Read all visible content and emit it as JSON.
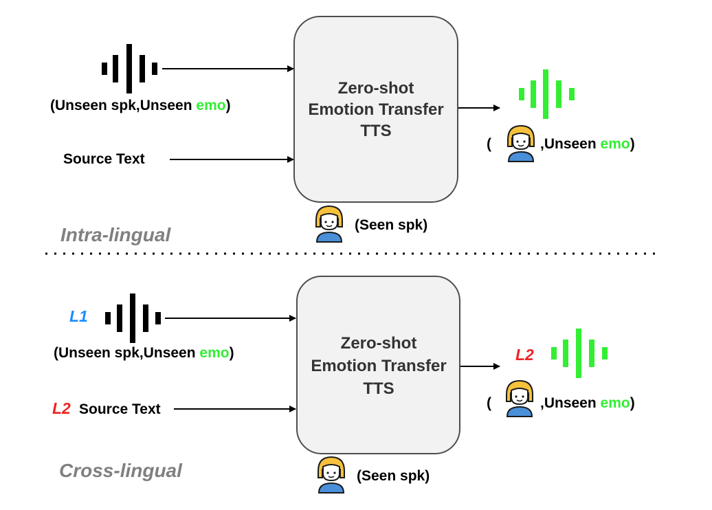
{
  "colors": {
    "black": "#000000",
    "green": "#33ee33",
    "grey_text": "#808080",
    "box_fill": "#f2f2f2",
    "box_stroke": "#4d4d4d",
    "lang_blue": "#1a8cff",
    "lang_red": "#ee2222",
    "avatar_hair": "#f6c23e",
    "avatar_body": "#4a90d9"
  },
  "intra": {
    "section_label": "Intra-lingual",
    "input_audio": {
      "open": "(Unseen spk,Unseen ",
      "emo": "emo",
      "close": ")"
    },
    "source_text": "Source Text",
    "model": {
      "line1": "Zero-shot",
      "line2": "Emotion Transfer",
      "line3": "TTS"
    },
    "seen_speaker": "(Seen spk)",
    "output": {
      "open": "(",
      "mid": ",Unseen ",
      "emo": "emo",
      "close": ")"
    }
  },
  "cross": {
    "section_label": "Cross-lingual",
    "input_lang": "L1",
    "input_audio": {
      "open": "(Unseen spk,Unseen ",
      "emo": "emo",
      "close": ")"
    },
    "source_lang": "L2",
    "source_text": "Source Text",
    "model": {
      "line1": "Zero-shot",
      "line2": "Emotion Transfer",
      "line3": "TTS"
    },
    "seen_speaker": "(Seen spk)",
    "output_lang": "L2",
    "output": {
      "open": "(",
      "mid": ",Unseen ",
      "emo": "emo",
      "close": ")"
    }
  },
  "icons": {
    "waveform": "waveform-icon",
    "speaker": "speaker-avatar-icon",
    "arrow": "arrow-right-icon"
  }
}
